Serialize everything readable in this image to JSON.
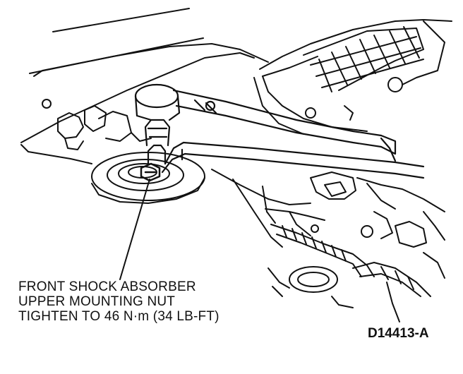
{
  "callout": {
    "line1": "FRONT SHOCK ABSORBER",
    "line2": "UPPER MOUNTING NUT",
    "line3": "TIGHTEN TO 46 N·m (34 LB-FT)"
  },
  "figure_id": "D14413-A",
  "colors": {
    "ink": "#111111",
    "paper": "#ffffff"
  }
}
